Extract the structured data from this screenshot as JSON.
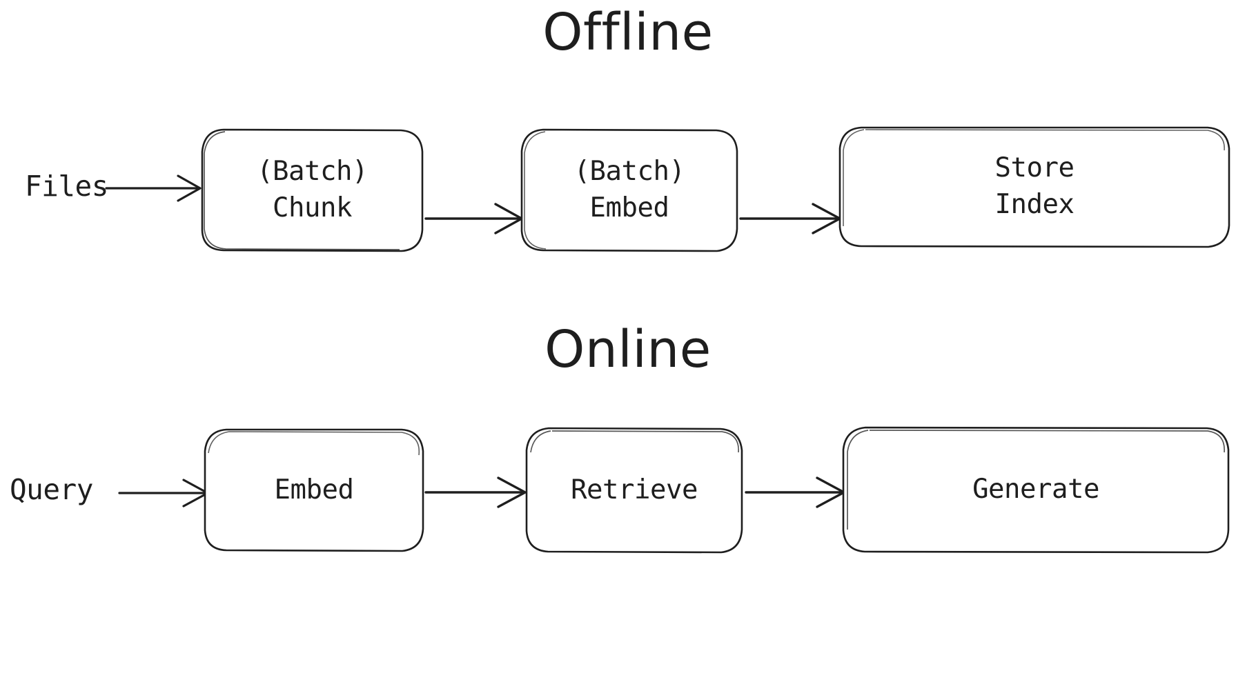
{
  "diagram": {
    "title_hidden": "RAG pipeline: Offline and Online",
    "stroke_color": "#1e1e1e",
    "background_color": "#ffffff",
    "sections": [
      {
        "id": "offline",
        "heading": "Offline",
        "input_label": "Files",
        "nodes": [
          {
            "id": "batch-chunk",
            "label": "(Batch)\nChunk"
          },
          {
            "id": "batch-embed",
            "label": "(Batch)\nEmbed"
          },
          {
            "id": "store-index",
            "label": "Store\nIndex"
          }
        ],
        "edges": [
          {
            "from": "Files",
            "to": "(Batch) Chunk"
          },
          {
            "from": "(Batch) Chunk",
            "to": "(Batch) Embed"
          },
          {
            "from": "(Batch) Embed",
            "to": "Store Index"
          }
        ]
      },
      {
        "id": "online",
        "heading": "Online",
        "input_label": "Query",
        "nodes": [
          {
            "id": "embed",
            "label": "Embed"
          },
          {
            "id": "retrieve",
            "label": "Retrieve"
          },
          {
            "id": "generate",
            "label": "Generate"
          }
        ],
        "edges": [
          {
            "from": "Query",
            "to": "Embed"
          },
          {
            "from": "Embed",
            "to": "Retrieve"
          },
          {
            "from": "Retrieve",
            "to": "Generate"
          }
        ]
      }
    ]
  }
}
